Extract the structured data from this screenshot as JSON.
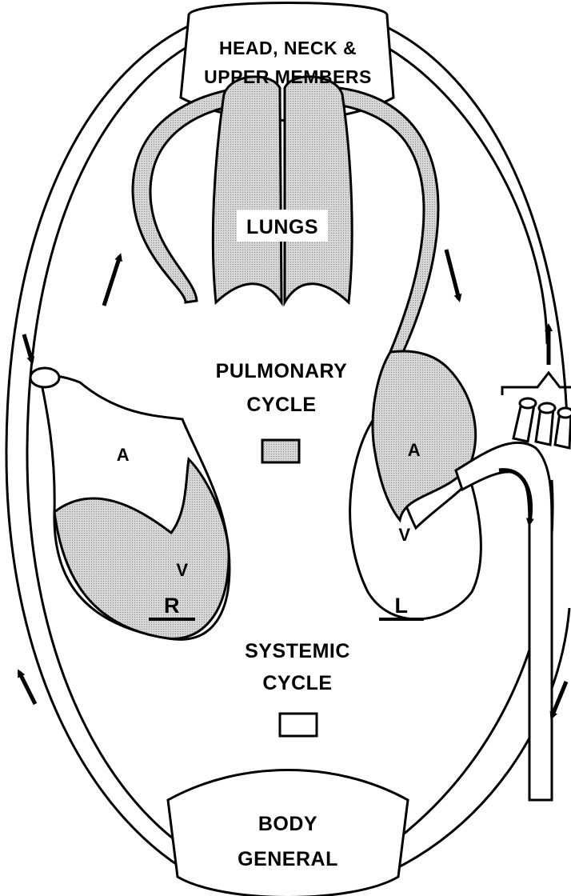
{
  "labels": {
    "head_line1": "HEAD, NECK &",
    "head_line2": "UPPER MEMBERS",
    "lungs": "LUNGS",
    "pulmonary_line1": "PULMONARY",
    "pulmonary_line2": "CYCLE",
    "systemic_line1": "SYSTEMIC",
    "systemic_line2": "CYCLE",
    "body_line1": "BODY",
    "body_line2": "GENERAL",
    "right_side": "R",
    "left_side": "L",
    "right_atrium": "A",
    "right_ventricle": "V",
    "left_atrium": "A",
    "left_ventricle": "V"
  },
  "colors": {
    "line": "#000000",
    "shade": "#c8c8c8",
    "background": "#ffffff"
  },
  "legend": {
    "pulmonary_key": "shaded-box",
    "systemic_key": "white-box"
  }
}
